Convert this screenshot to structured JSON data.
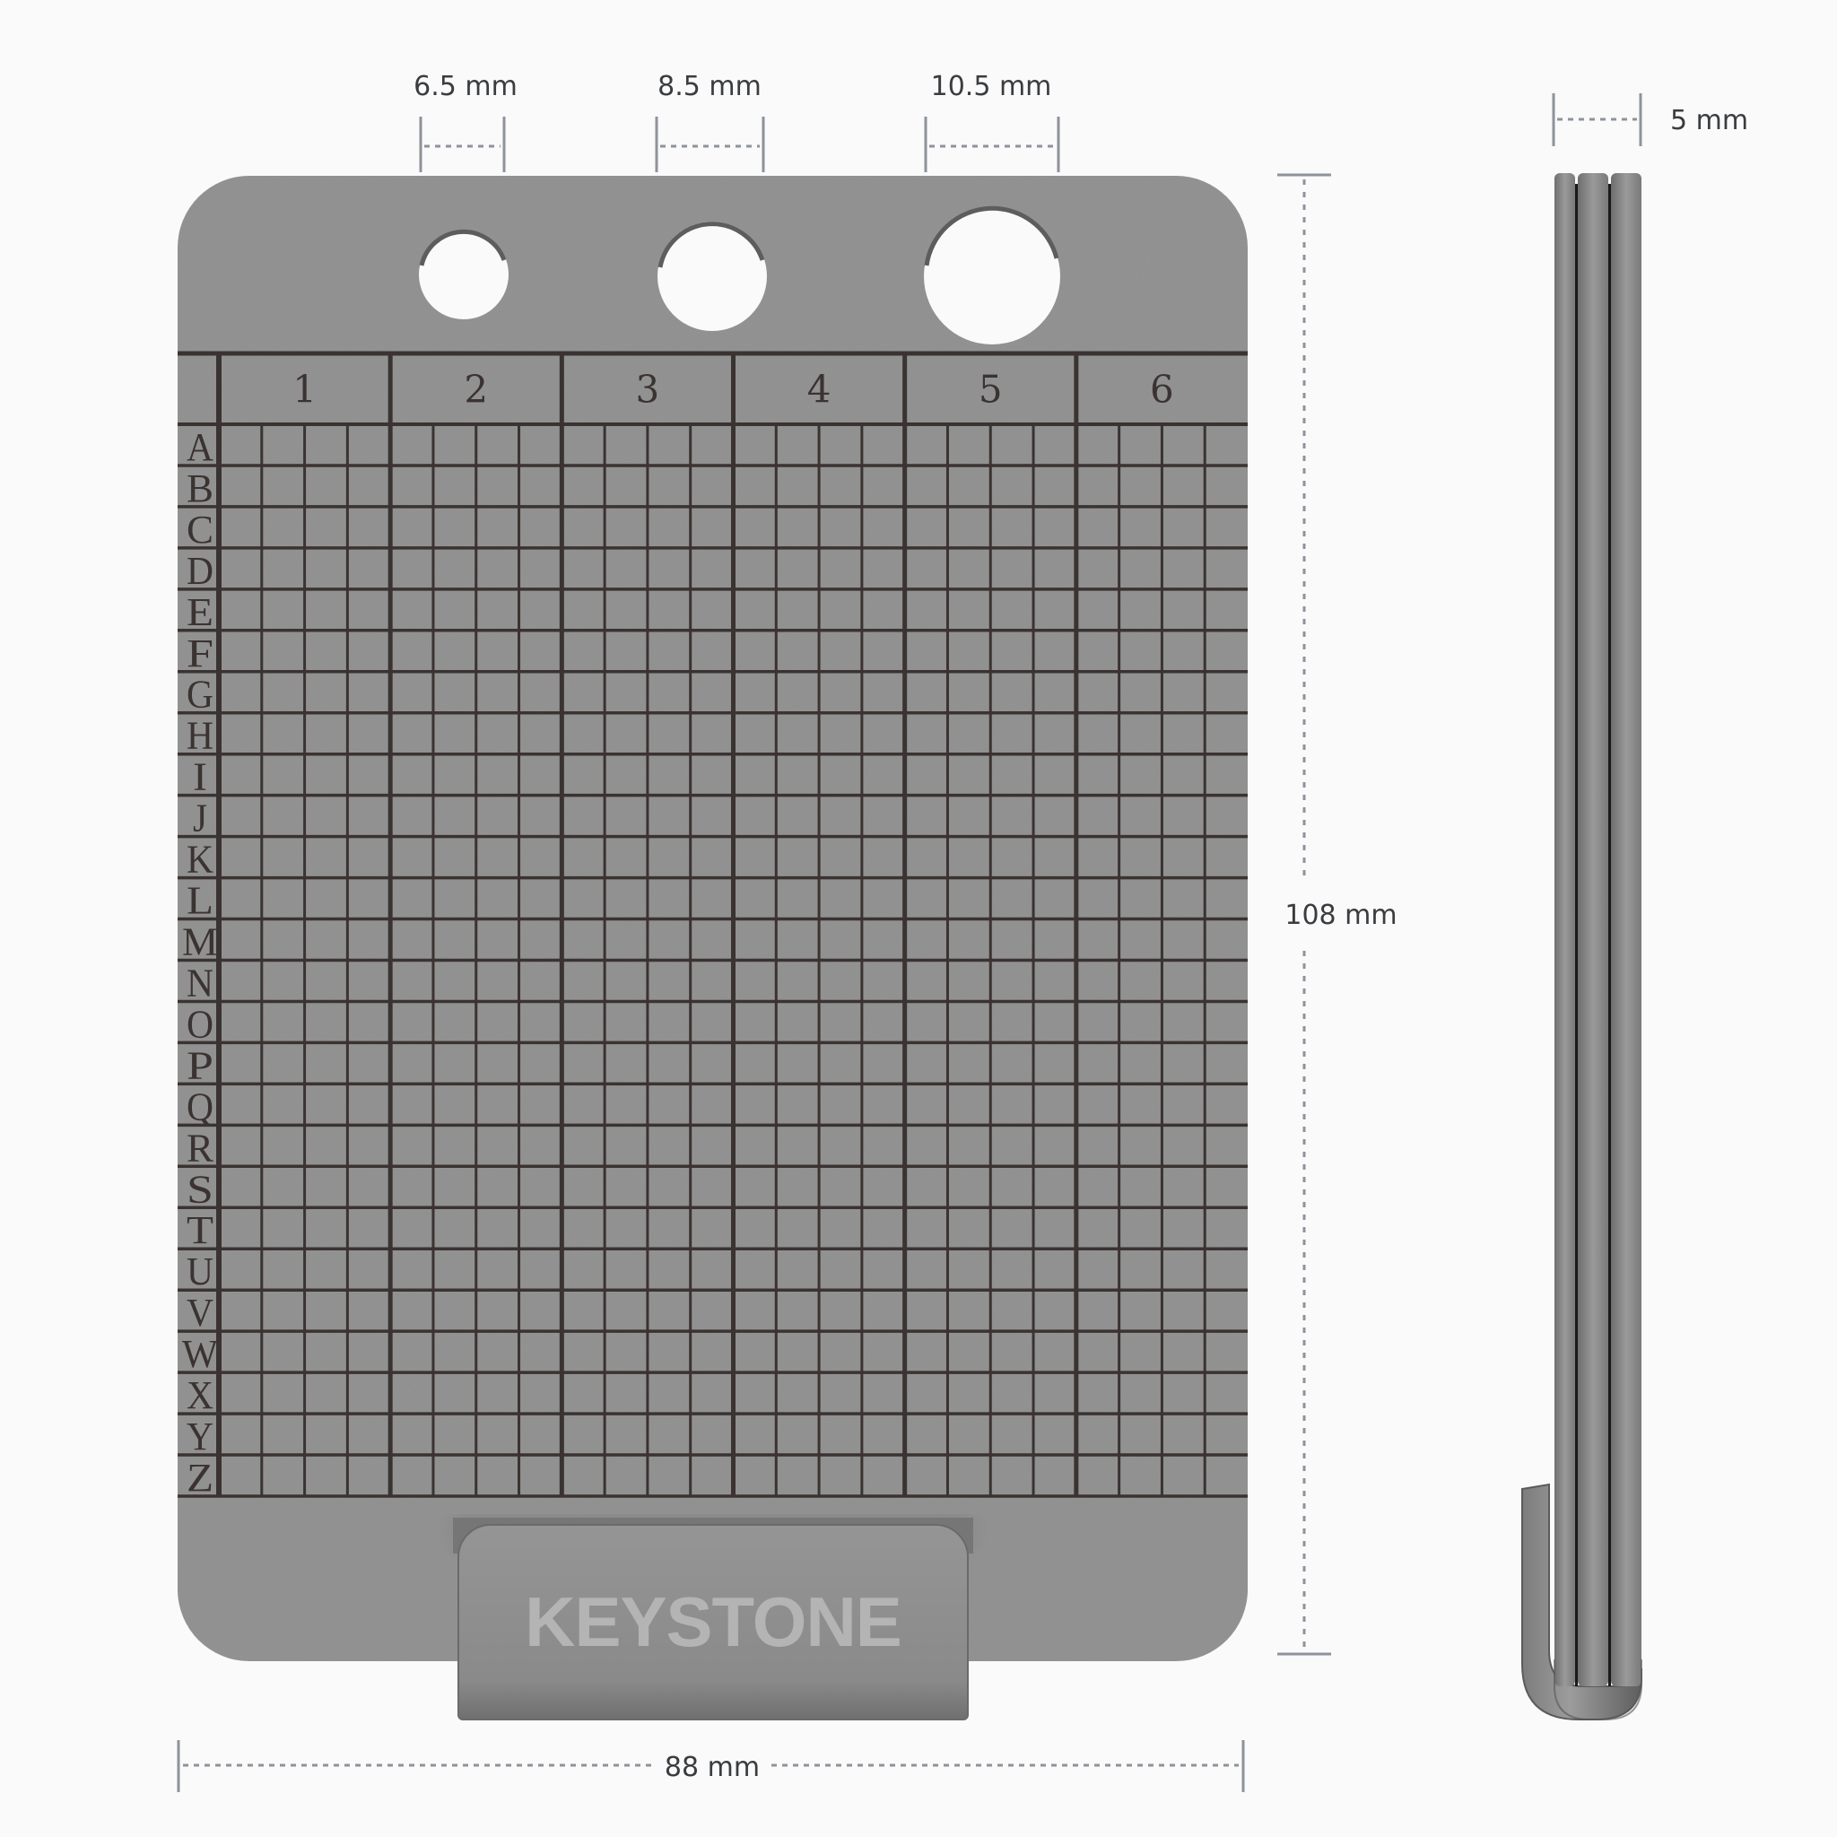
{
  "product": {
    "brand": "KEYSTONE",
    "colors": {
      "background": "#fafafa",
      "plate": "#8e8e8e",
      "plate_dark": "#7d7d7d",
      "grid_line": "#3a3331",
      "dimension_line": "#8e939b",
      "dimension_text": "#3a3c40",
      "brand_text": "#b4b4b4"
    }
  },
  "front_view": {
    "column_labels": [
      "1",
      "2",
      "3",
      "4",
      "5",
      "6"
    ],
    "row_labels": [
      "A",
      "B",
      "C",
      "D",
      "E",
      "F",
      "G",
      "H",
      "I",
      "J",
      "K",
      "L",
      "M",
      "N",
      "O",
      "P",
      "Q",
      "R",
      "S",
      "T",
      "U",
      "V",
      "W",
      "X",
      "Y",
      "Z"
    ],
    "subcells_per_column": 4,
    "holes": [
      {
        "label": "6.5 mm",
        "diameter_mm": 6.5
      },
      {
        "label": "8.5 mm",
        "diameter_mm": 8.5
      },
      {
        "label": "10.5 mm",
        "diameter_mm": 10.5
      }
    ]
  },
  "dimensions": {
    "width": "88 mm",
    "height": "108 mm",
    "thickness": "5 mm",
    "hole_small": "6.5 mm",
    "hole_medium": "8.5 mm",
    "hole_large": "10.5 mm"
  }
}
